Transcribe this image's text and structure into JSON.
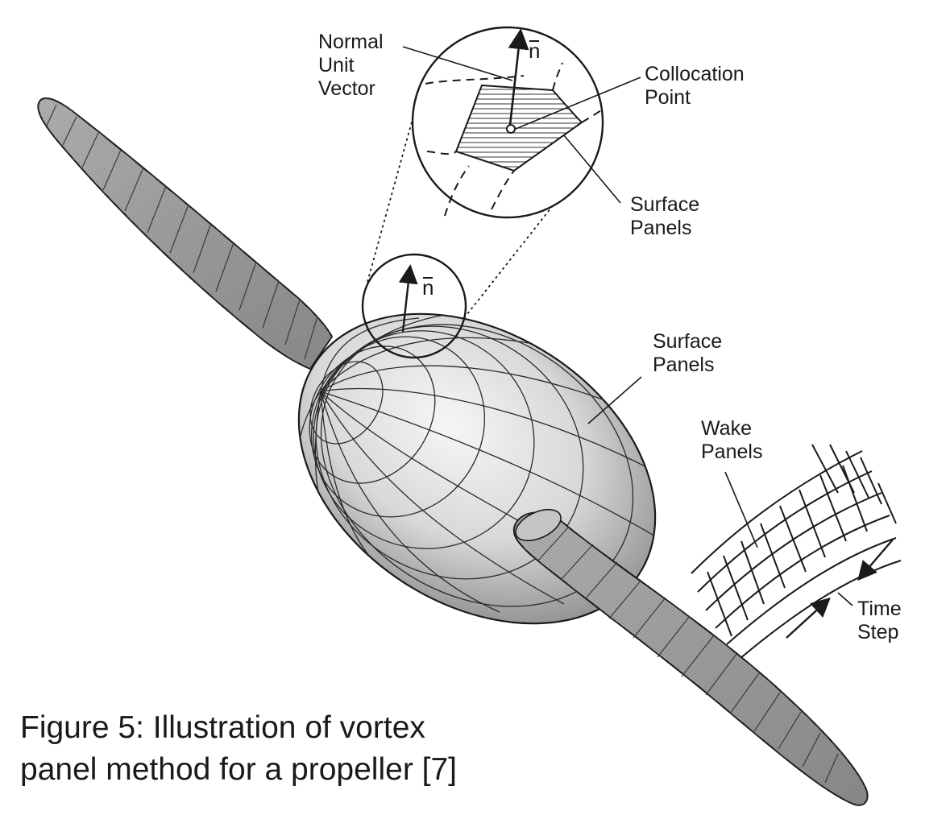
{
  "labels": {
    "normal_unit_vector": [
      "Normal",
      "Unit",
      "Vector"
    ],
    "n_symbol": "n",
    "collocation_point": [
      "Collocation",
      "Point"
    ],
    "surface_panels_detail": [
      "Surface",
      "Panels"
    ],
    "surface_panels_hub": [
      "Surface",
      "Panels"
    ],
    "wake_panels": [
      "Wake",
      "Panels"
    ],
    "time_step": [
      "Time",
      "Step"
    ]
  },
  "caption": {
    "line1": "Figure 5: Illustration of vortex",
    "line2": "panel method for a propeller [7]"
  },
  "colors": {
    "line": "#1a1a1a",
    "hub_light": "#f4f4f4",
    "hub_mid": "#cfcfcf",
    "hub_dark": "#8f8f8f",
    "blade": "#9a9a9a",
    "background": "#ffffff"
  }
}
